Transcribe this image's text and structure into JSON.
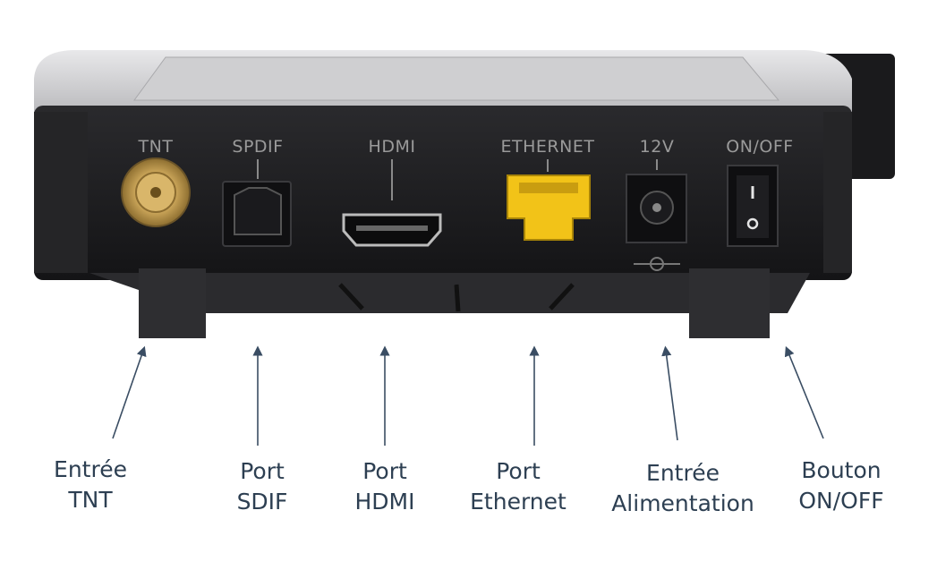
{
  "device_port_labels": {
    "tnt": "TNT",
    "spdif": "SPDIF",
    "hdmi": "HDMI",
    "ethernet": "ETHERNET",
    "power": "12V",
    "switch": "ON/OFF"
  },
  "callouts": [
    {
      "id": "tnt",
      "line1": "Entrée",
      "line2": "TNT"
    },
    {
      "id": "sdif",
      "line1": "Port",
      "line2": "SDIF"
    },
    {
      "id": "hdmi",
      "line1": "Port",
      "line2": "HDMI"
    },
    {
      "id": "ethernet",
      "line1": "Port",
      "line2": "Ethernet"
    },
    {
      "id": "power",
      "line1": "Entrée",
      "line2": "Alimentation"
    },
    {
      "id": "switch",
      "line1": "Bouton",
      "line2": "ON/OFF"
    }
  ],
  "colors": {
    "callout_text": "#2d3f52",
    "arrow": "#3a4d63",
    "ethernet_port": "#f2c318",
    "device_body": "#1c1c1e",
    "device_top": "#c9c9cb"
  }
}
